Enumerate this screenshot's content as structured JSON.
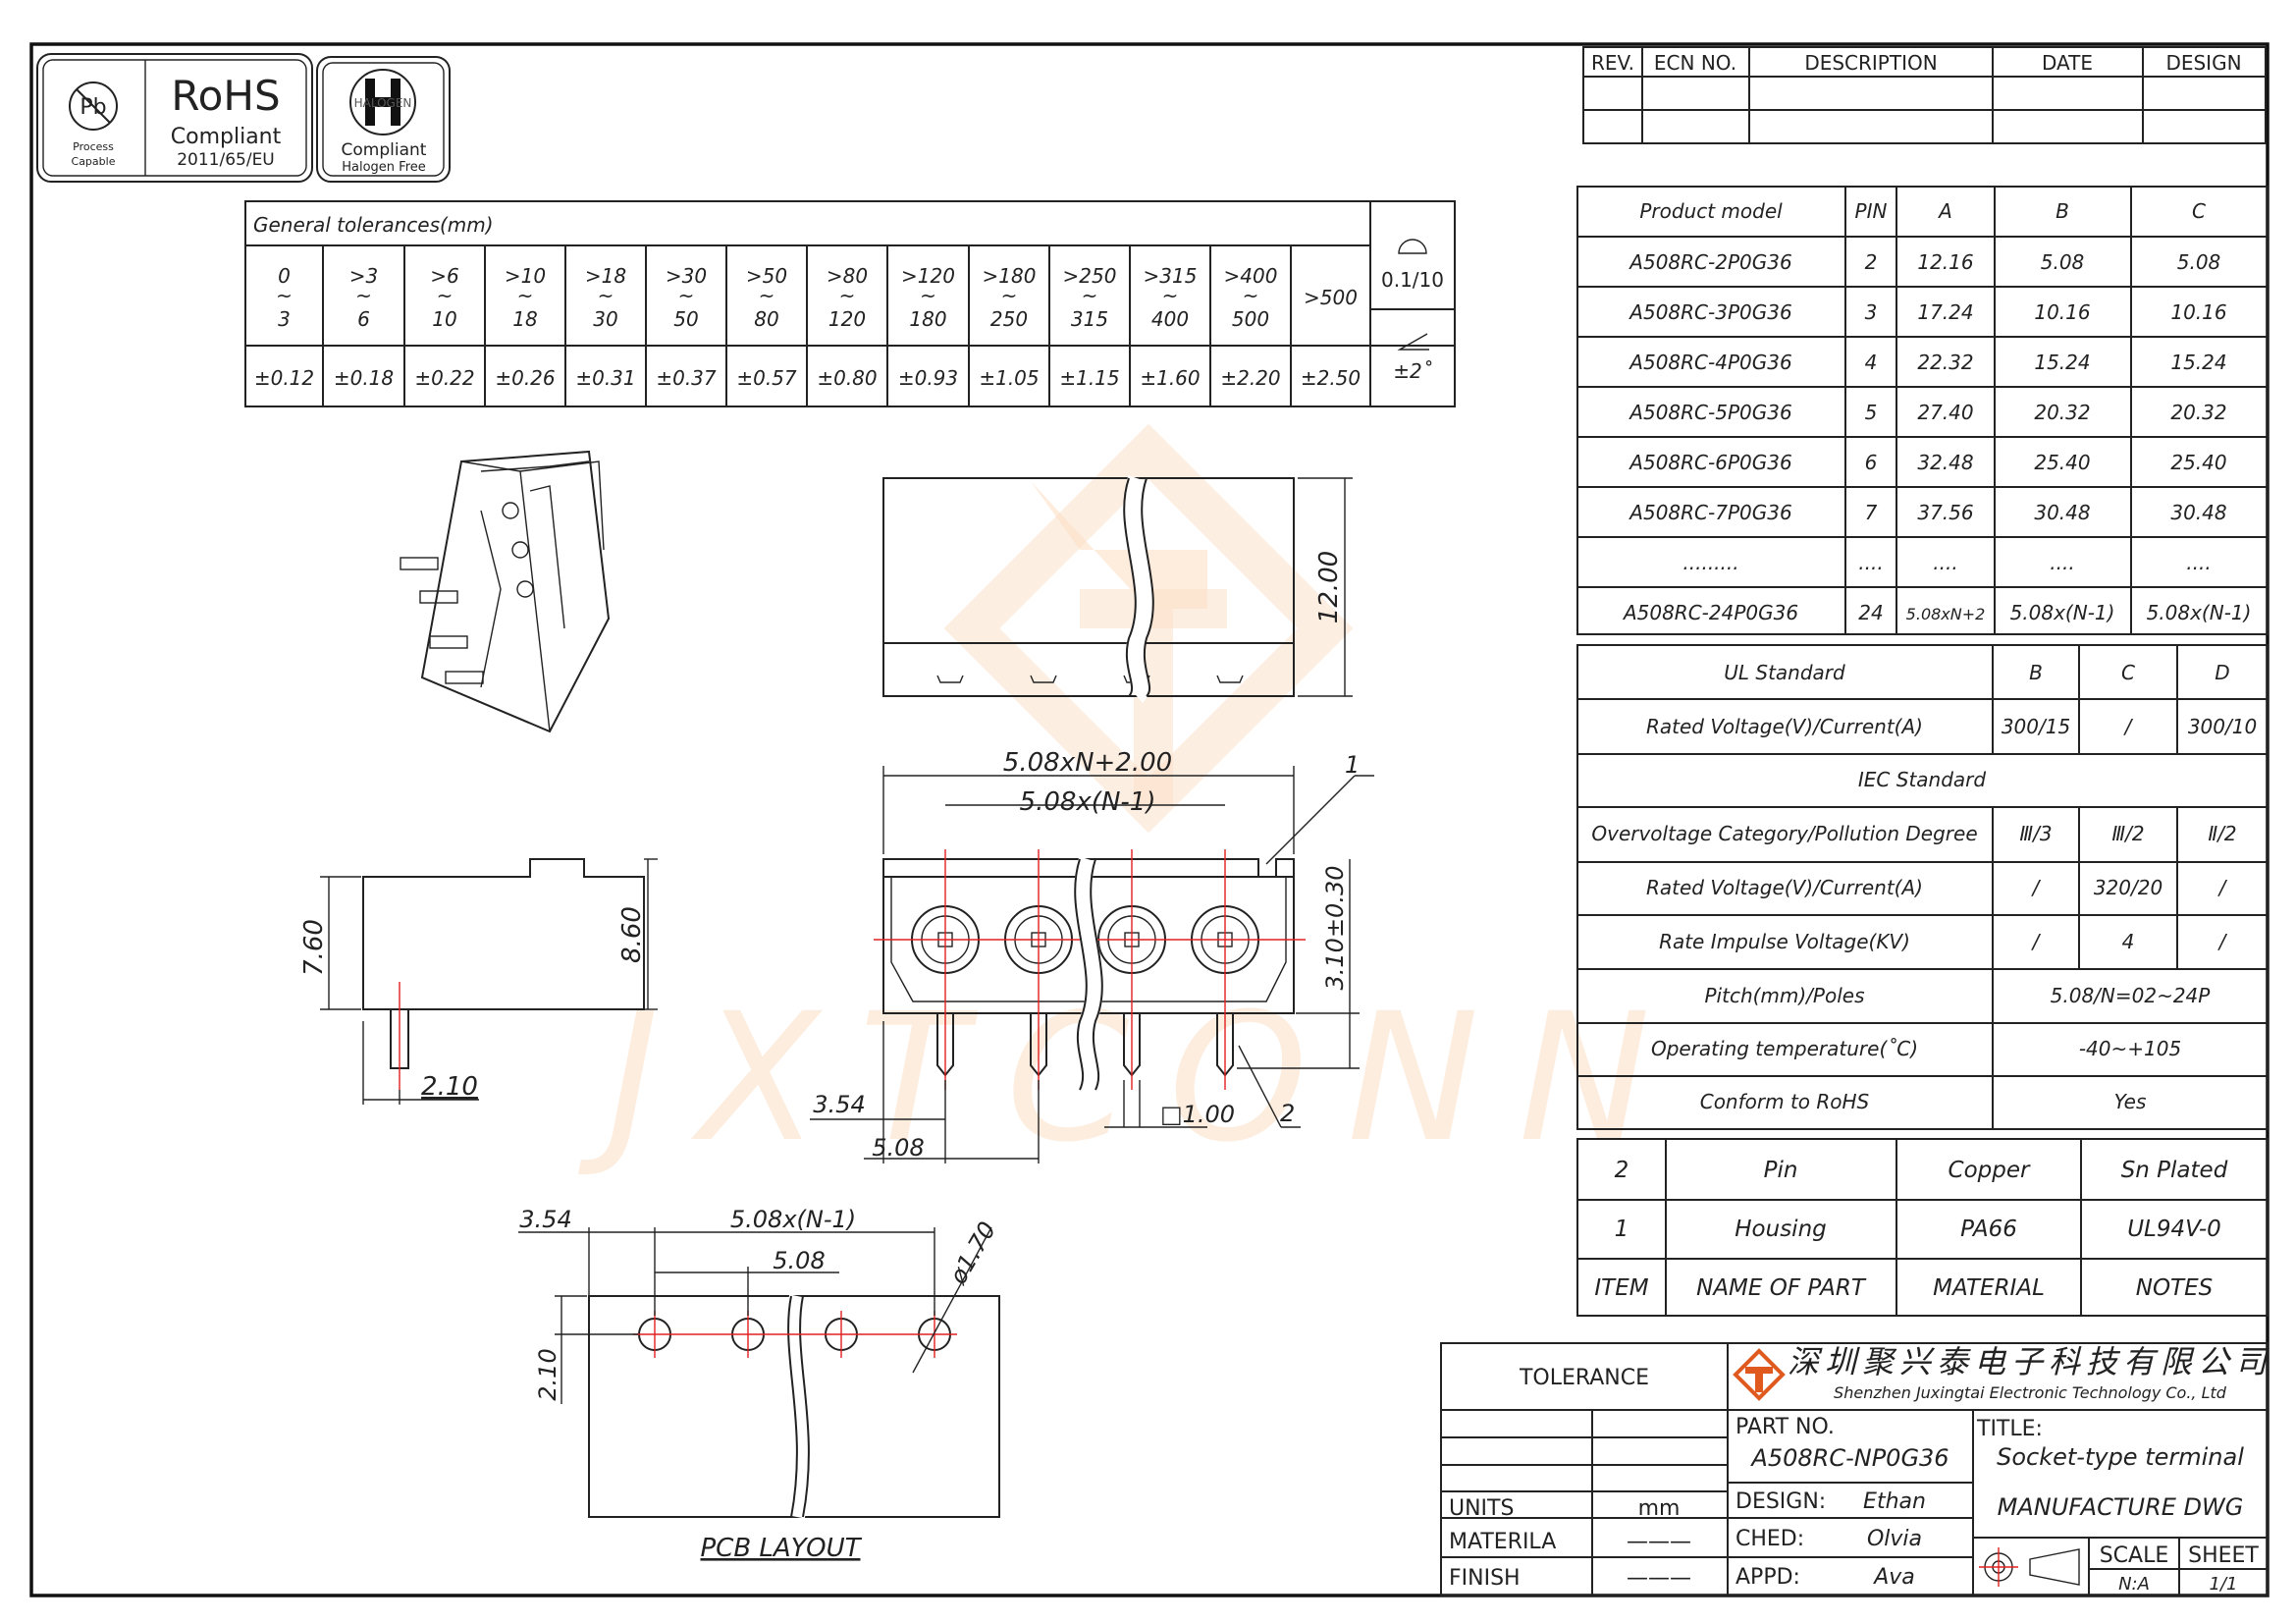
{
  "badges": {
    "pb": {
      "l1": "Process",
      "l2": "Capable"
    },
    "rohs": {
      "title": "RoHS",
      "l1": "Compliant",
      "l2": "2011/65/EU"
    },
    "halogen": {
      "logo": "HALOGEN",
      "l1": "Compliant",
      "l2": "Halogen Free"
    }
  },
  "revision": {
    "headers": [
      "REV.",
      "ECN NO.",
      "DESCRIPTION",
      "DATE",
      "DESIGN"
    ]
  },
  "tolerances": {
    "title": "General  tolerances(mm)",
    "ranges": [
      [
        "0",
        "~",
        "3"
      ],
      [
        ">3",
        "~",
        "6"
      ],
      [
        ">6",
        "~",
        "10"
      ],
      [
        ">10",
        "~",
        "18"
      ],
      [
        ">18",
        "~",
        "30"
      ],
      [
        ">30",
        "~",
        "50"
      ],
      [
        ">50",
        "~",
        "80"
      ],
      [
        ">80",
        "~",
        "120"
      ],
      [
        ">120",
        "~",
        "180"
      ],
      [
        ">180",
        "~",
        "250"
      ],
      [
        ">250",
        "~",
        "315"
      ],
      [
        ">315",
        "~",
        "400"
      ],
      [
        ">400",
        "~",
        "500"
      ],
      [
        ">500",
        "",
        ""
      ]
    ],
    "values": [
      "±0.12",
      "±0.18",
      "±0.22",
      "±0.26",
      "±0.31",
      "±0.37",
      "±0.57",
      "±0.80",
      "±0.93",
      "±1.05",
      "±1.15",
      "±1.60",
      "±2.20",
      "±2.50"
    ],
    "flatness": "0.1/10",
    "angle": "±2˚"
  },
  "products": {
    "headers": [
      "Product  model",
      "PIN",
      "A",
      "B",
      "C"
    ],
    "rows": [
      [
        "A508RC-2P0G36",
        "2",
        "12.16",
        "5.08",
        "5.08"
      ],
      [
        "A508RC-3P0G36",
        "3",
        "17.24",
        "10.16",
        "10.16"
      ],
      [
        "A508RC-4P0G36",
        "4",
        "22.32",
        "15.24",
        "15.24"
      ],
      [
        "A508RC-5P0G36",
        "5",
        "27.40",
        "20.32",
        "20.32"
      ],
      [
        "A508RC-6P0G36",
        "6",
        "32.48",
        "25.40",
        "25.40"
      ],
      [
        "A508RC-7P0G36",
        "7",
        "37.56",
        "30.48",
        "30.48"
      ],
      [
        ".........",
        "....",
        "....",
        "....",
        "...."
      ],
      [
        "A508RC-24P0G36",
        "24",
        "5.08xN+2",
        "5.08x(N-1)",
        "5.08x(N-1)"
      ]
    ]
  },
  "specs": {
    "ul_title": "UL  Standard",
    "ul_cols": [
      "B",
      "C",
      "D"
    ],
    "ul_rated_label": "Rated  Voltage(V)/Current(A)",
    "ul_rated": [
      "300/15",
      "/",
      "300/10"
    ],
    "iec_title": "IEC  Standard",
    "iec_rows": [
      {
        "label": "Overvoltage  Category/Pollution  Degree",
        "v": [
          "Ⅲ/3",
          "Ⅲ/2",
          "Ⅱ/2"
        ]
      },
      {
        "label": "Rated  Voltage(V)/Current(A)",
        "v": [
          "/",
          "320/20",
          "/"
        ]
      },
      {
        "label": "Rate  Impulse  Voltage(KV)",
        "v": [
          "/",
          "4",
          "/"
        ]
      }
    ],
    "span_rows": [
      {
        "label": "Pitch(mm)/Poles",
        "value": "5.08/N=02~24P"
      },
      {
        "label": "Operating  temperature(˚C)",
        "value": "-40~+105"
      },
      {
        "label": "Conform  to  RoHS",
        "value": "Yes"
      }
    ]
  },
  "bom": {
    "rows": [
      [
        "2",
        "Pin",
        "Copper",
        "Sn  Plated"
      ],
      [
        "1",
        "Housing",
        "PA66",
        "UL94V-0"
      ]
    ],
    "headers": [
      "ITEM",
      "NAME  OF  PART",
      "MATERIAL",
      "NOTES"
    ]
  },
  "titleblock": {
    "tolerance": "TOLERANCE",
    "company_cn": "深圳聚兴泰电子科技有限公司",
    "company_en": "Shenzhen  Juxingtai  Electronic  Technology  Co.,  Ltd",
    "part_no_label": "PART  NO.",
    "part_no": "A508RC-NP0G36",
    "title_label": "TITLE:",
    "title": "Socket-type  terminal",
    "design_label": "DESIGN:",
    "design": "Ethan",
    "ched_label": "CHED:",
    "ched": "Olvia",
    "appd_label": "APPD:",
    "appd": "Ava",
    "units_label": "UNITS",
    "units": "mm",
    "material_label": "MATERILA",
    "material": "———",
    "finish_label": "FINISH",
    "finish": "———",
    "manufacture": "MANUFACTURE  DWG",
    "scale_label": "SCALE",
    "scale": "N:A",
    "sheet_label": "SHEET",
    "sheet": "1/1"
  },
  "dims": {
    "h12": "12.00",
    "total": "5.08xN+2.00",
    "pitch_total": "5.08x(N-1)",
    "callout1": "1",
    "callout2": "2",
    "h310": "3.10±0.30",
    "d354": "3.54",
    "d508": "5.08",
    "sq100": "□1.00",
    "h760": "7.60",
    "h860": "8.60",
    "d210": "2.10",
    "pcb_354": "3.54",
    "pcb_pitch_total": "5.08x(N-1)",
    "pcb_508": "5.08",
    "pcb_hole": "ø1.70",
    "pcb_210": "2.10",
    "pcb_label": "PCB  LAYOUT"
  },
  "watermark": "JXTCONN"
}
